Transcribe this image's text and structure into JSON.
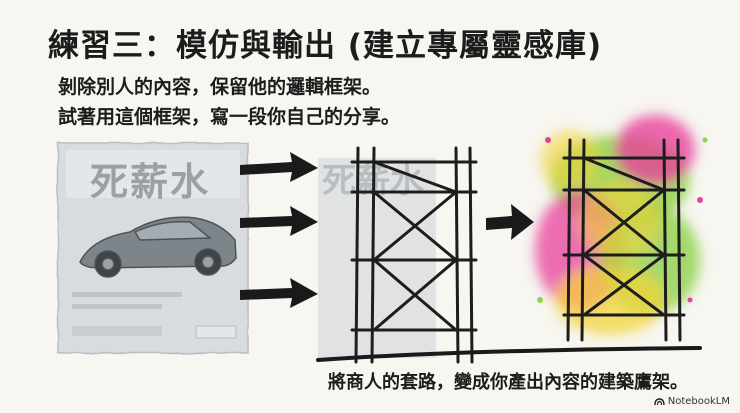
{
  "title": "練習三：模仿與輸出 (建立專屬靈感庫)",
  "subtitle_line1": "剝除別人的內容，保留他的邏輯框架。",
  "subtitle_line2": "試著用這個框架，寫一段你自己的分享。",
  "stamp_text": "死薪水",
  "stamp_text_faded": "死薪水",
  "bottom_caption": "將商人的套路，變成你產出內容的建築鷹架。",
  "watermark": "NotebookLM",
  "colors": {
    "background": "#f7f6f1",
    "text": "#1c1c1c",
    "paper": "#d9dde0",
    "stamp": "#9aa1a6",
    "scaffold": "#1d1d1d",
    "splash_green": "#8fd14a",
    "splash_pink": "#e8419b",
    "splash_yellow": "#f3d43a"
  }
}
